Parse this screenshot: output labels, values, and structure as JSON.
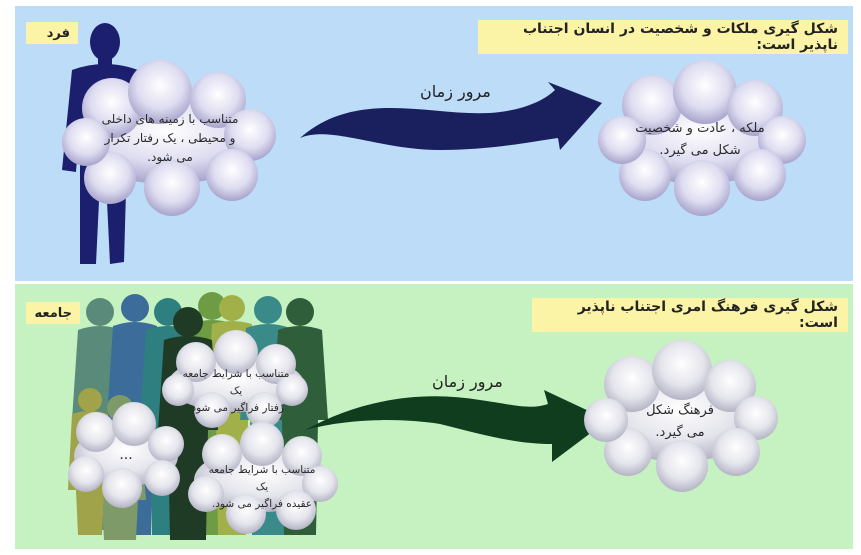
{
  "individual": {
    "tag": "فرد",
    "heading": "شکل گیری ملکات و شخصیت در انسان اجتناب ناپذیر است:",
    "arrow_label": "مرور زمان",
    "left_cloud": "متناسب با زمینه های داخلی\nو محیطی ، یک رفتار تکرار\nمی شود.",
    "right_cloud": "ملکه ، عادت و شخصیت\nشکل می گیرد."
  },
  "society": {
    "tag": "جامعه",
    "heading": "شکل گیری فرهنگ امری اجتناب ناپذیر است:",
    "arrow_label": "مرور زمان",
    "cloud_behavior": "متناسب با شرایط جامعه یک\nرفتار فراگیر می شود.",
    "cloud_ellipsis": "...",
    "cloud_belief": "متناسب با شرایط جامعه یک\nعقیده فراگیر می شود.",
    "right_cloud": "فرهنگ شکل\nمی گیرد."
  },
  "colors": {
    "top_panel": "#bcdcf7",
    "bottom_panel": "#c6f2c1",
    "label_box": "#fbf3a5",
    "person": "#1c1f6e",
    "arrow_top": "#1a1f5e",
    "arrow_bottom": "#0f3d1e"
  }
}
